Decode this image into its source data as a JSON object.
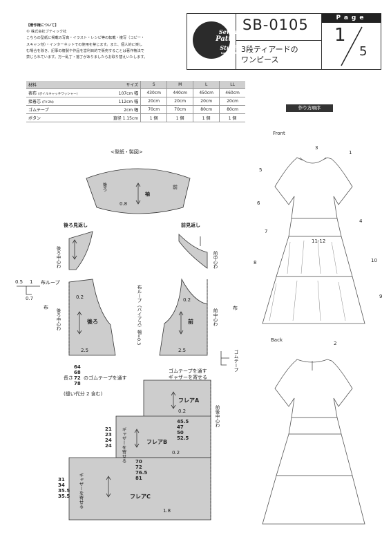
{
  "copyright": {
    "lines": [
      "【著作権について】",
      "© 株式会社ブティック社",
      "こちらの型紙に掲載の写真・イラスト・レシピ等の転載・複写（コピー・",
      "スキャン他）・インターネットでの使用を禁じます。また、個人的に楽し",
      "む場合を除き、記事の複製や作品を営利目的で販売することは著作権法で",
      "禁じられています。万一乱丁・落丁がありましたらお取り替えいたします。"
    ]
  },
  "header": {
    "logo": [
      "Sewing",
      "Pattern",
      "Studio",
      "boutique-sha"
    ],
    "code": "SB-0105",
    "title_line1": "3段ティアードの",
    "title_line2": "ワンピース",
    "page_label": "Page",
    "page_num": "1",
    "page_total": "5"
  },
  "materials": {
    "headers": [
      "材料",
      "サイズ",
      "S",
      "M",
      "L",
      "LL"
    ],
    "rows": [
      {
        "name": "表布",
        "note": "(ボイルキャッチワッシャー)",
        "width": "107cm 幅",
        "s": "430cm",
        "m": "440cm",
        "l": "450cm",
        "ll": "460cm"
      },
      {
        "name": "接着芯",
        "note": "(FV-2N)",
        "width": "112cm 幅",
        "s": "20cm",
        "m": "20cm",
        "l": "20cm",
        "ll": "20cm"
      },
      {
        "name": "ゴムテープ",
        "note": "",
        "width": "2cm 幅",
        "s": "70cm",
        "m": "70cm",
        "l": "80cm",
        "ll": "80cm"
      },
      {
        "name": "ボタン",
        "note": "",
        "width": "直径 1.15cm",
        "s": "1 個",
        "m": "1 個",
        "l": "1 個",
        "ll": "1 個"
      }
    ]
  },
  "howto_label": "作り方順序",
  "pattern": {
    "heading": "<型紙・製図>",
    "sleeve": "袖",
    "sleeve_back": "後ろ",
    "sleeve_front": "前",
    "sleeve_val": "0.8",
    "back_facing": "後ろ見返し",
    "front_facing": "前見返し",
    "back_center": "後ろ中心わ",
    "front_center": "前中心わ",
    "loop_label": "布ループ",
    "loop_05": "0.5",
    "loop_1": "1",
    "loop_07": "0.7",
    "loop_cloth": "布",
    "back": "後ろ",
    "front": "前",
    "back_02": "0.2",
    "front_02": "0.2",
    "back_25": "2.5",
    "front_25": "2.5",
    "bias": "布ループ（バイアス）幅=0.3",
    "back_center2": "後ろ中心わ",
    "front_center2": "前中心わ",
    "cloth_mark": "布",
    "elastic_side": "ゴムテープ",
    "length_label": "長さ",
    "elastic_note": "のゴムテープを通す",
    "lengths": [
      "64",
      "68",
      "72",
      "78"
    ],
    "seam_note": "(縫い代分 2 含む)",
    "gather_note1": "ゴムテープを通す",
    "gather_note2": "ギャザーを寄せる",
    "flareA": "フレアA",
    "flareA_02": "0.2",
    "flareA_vals": [
      "45.5",
      "47",
      "50",
      "52.5"
    ],
    "front_back_center": "前後中心わ",
    "flareB": "フレアB",
    "flareB_02": "0.2",
    "flareB_left": [
      "21",
      "23",
      "24",
      "24"
    ],
    "flareB_gather": "ギャザーを寄せる",
    "flareC": "フレアC",
    "flareC_vals": [
      "70",
      "72",
      "76.5",
      "81"
    ],
    "flareC_left": [
      "31",
      "34",
      "35.5",
      "35.5"
    ],
    "flareC_gather": "ギャザーを寄せる",
    "flareC_18": "1.8"
  },
  "illustration": {
    "front": "Front",
    "back": "Back",
    "callouts": [
      "1",
      "2",
      "3",
      "4",
      "5",
      "6",
      "7",
      "8",
      "9",
      "10",
      "11-12"
    ]
  }
}
